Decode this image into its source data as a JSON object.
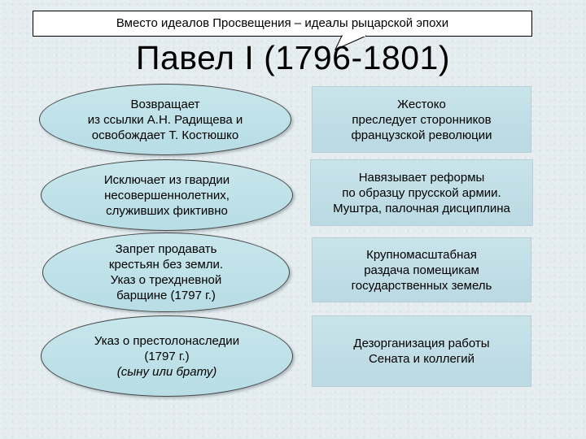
{
  "callout": {
    "text": "Вместо идеалов Просвещения – идеалы рыцарской эпохи"
  },
  "title": "Павел I (1796-1801)",
  "left_items": [
    {
      "lines": [
        "Возвращает",
        "из ссылки А.Н. Радищева и",
        "освобождает Т. Костюшко"
      ]
    },
    {
      "lines": [
        "Исключает из гвардии",
        "несовершеннолетних,",
        "служивших фиктивно"
      ]
    },
    {
      "lines": [
        "Запрет продавать",
        "крестьян без земли.",
        "Указ о трехдневной",
        "барщине (1797 г.)"
      ]
    },
    {
      "lines": [
        "Указ о престолонаследии",
        "(1797 г.)"
      ],
      "italic_line": "(сыну или брату)"
    }
  ],
  "right_items": [
    {
      "lines": [
        "Жестоко",
        "преследует сторонников",
        "французской революции"
      ]
    },
    {
      "lines": [
        "Навязывает реформы",
        "по образцу прусской армии.",
        "Муштра, палочная дисциплина"
      ]
    },
    {
      "lines": [
        "Крупномасштабная",
        "раздача помещикам",
        "государственных земель"
      ]
    },
    {
      "lines": [
        "Дезорганизация работы",
        "Сената и коллегий"
      ]
    }
  ],
  "colors": {
    "background": "#e4ecef",
    "oval_fill": "#bde0e8",
    "box_fill": "#c2dee6",
    "outline": "#000000"
  }
}
